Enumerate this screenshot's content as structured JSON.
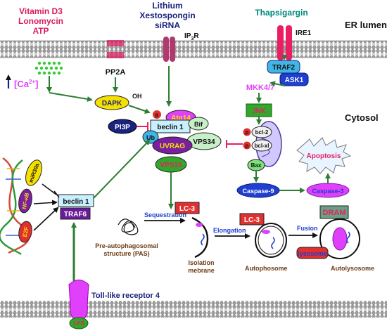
{
  "labels": {
    "vitamin_d3": "Vitamin D3",
    "lonomycin": "Lonomycin",
    "atp": "ATP",
    "lithium": "Lithium",
    "xestospongin": "Xestospongin",
    "sirna": "siRNA",
    "ip3r": "IP",
    "ip3r_sub": "3",
    "ip3r_tail": "R",
    "thapsigargin": "Thapsigargin",
    "ire1": "IRE1",
    "er_lumen": "ER lumen",
    "cytosol": "Cytosol",
    "ca_prefix": "[Ca",
    "ca_sup": "2+",
    "ca_suffix": "]",
    "pp2a": "PP2A",
    "dapk": "DAPK",
    "oh": "OH",
    "traf2": "TRAF2",
    "ask1": "ASK1",
    "mkk47": "MKK4/7",
    "jnk": "JNK",
    "p": "p",
    "atg14": "Atg14",
    "beclin1": "beclin 1",
    "bif": "Bif",
    "pi3p": "PI3P",
    "ub": "Ub",
    "vps34": "VPS34",
    "uvrag": "UVRAG",
    "vps15": "VPS15",
    "bcl2": "bcl-2",
    "bclxl": "bcl-xl",
    "bax": "Bax",
    "apoptosis": "Apoptosis",
    "caspase9": "Caspase-9",
    "caspase3": "Caspase-3",
    "mir30a": "miR30a",
    "nfkb": "NF-κB",
    "e2f": "E2F",
    "beclin1_b": "beclin 1",
    "traf6": "TRAF6",
    "lc3_a": "LC-3",
    "lc3_b": "LC-3",
    "dram": "DRAM",
    "sequestration": "Sequestration",
    "elongation": "Elongation",
    "fusion": "Fusion",
    "lysosome": "lysosome",
    "pas_line1": "Pre-autophagosomal",
    "pas_line2": "structure (PAS)",
    "isolation_line1": "Isolation",
    "isolation_line2": "mebrane",
    "autophosome": "Autophosome",
    "autolysosome": "Autolysosome",
    "tlr4": "Toll-like receptor 4",
    "lps": "LPS"
  },
  "colors": {
    "crimson": "#d81b60",
    "navy": "#1a237e",
    "teal": "#00897b",
    "arrow_green": "#2e7d32",
    "inhibit_pink": "#e91e63",
    "yellow": "#f5e000",
    "cyan": "#3fb6e6",
    "blue": "#1e3fd0",
    "magenta": "#e040fb",
    "green": "#31a82c",
    "red": "#e03030",
    "purple": "#7b1fa2",
    "lightgreen": "#c8f0c8"
  }
}
